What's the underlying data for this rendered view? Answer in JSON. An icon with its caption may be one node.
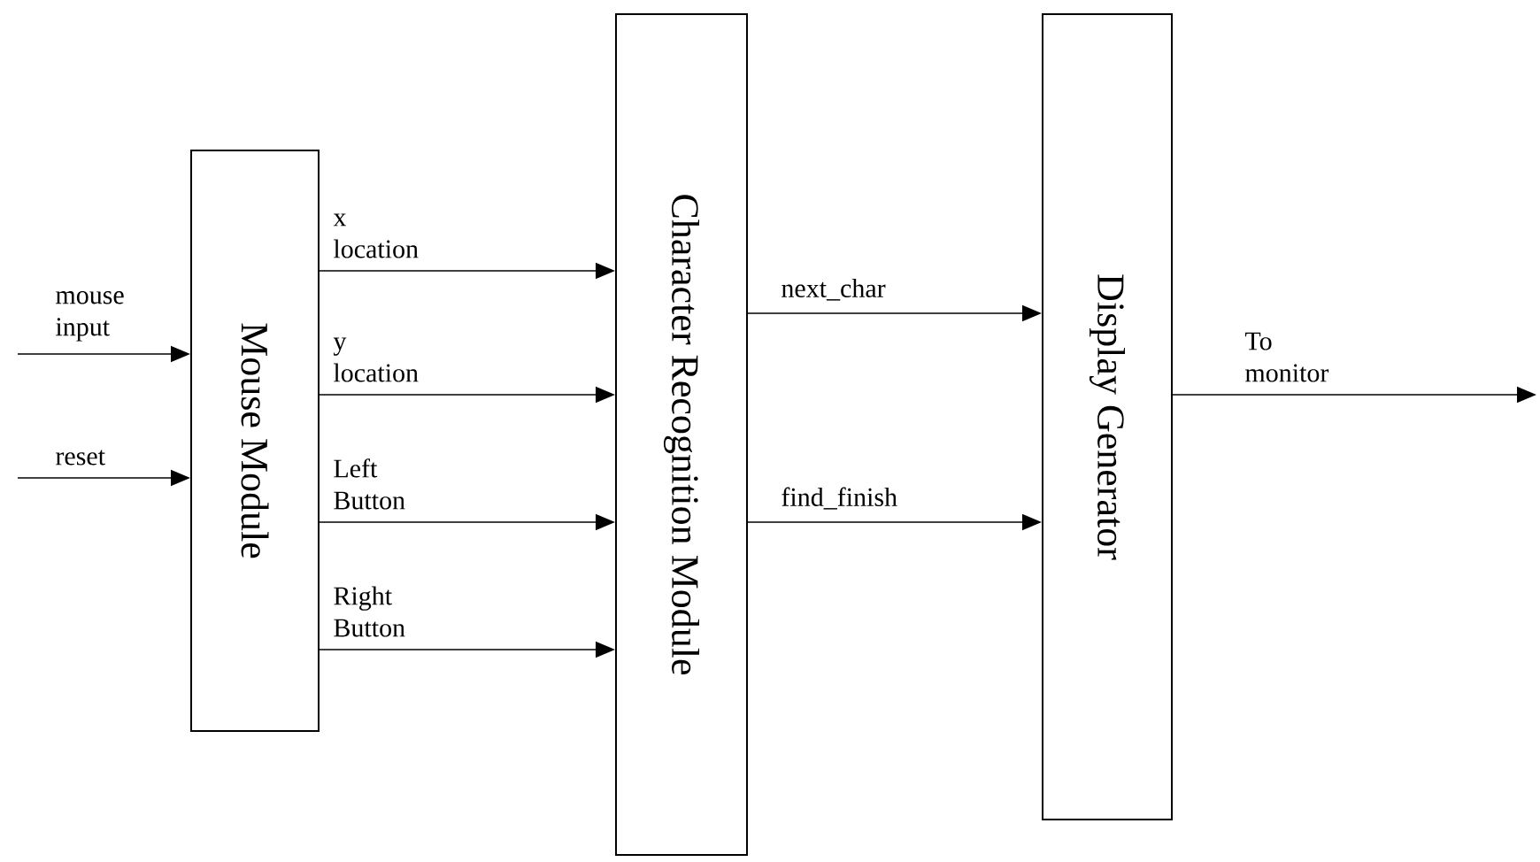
{
  "diagram": {
    "nodes": [
      {
        "text": [
          "Mouse Module"
        ]
      },
      {
        "text": [
          "Character Recognition Module"
        ]
      },
      {
        "text": [
          "Display Generator"
        ]
      }
    ],
    "edges": [
      {
        "from": null,
        "to": 0,
        "arrow": "to",
        "label": "mouse input"
      },
      {
        "from": null,
        "to": 0,
        "arrow": "to",
        "label": "reset"
      },
      {
        "from": 0,
        "to": 1,
        "arrow": "to",
        "label": "x location"
      },
      {
        "from": 0,
        "to": 1,
        "arrow": "to",
        "label": "y location"
      },
      {
        "from": 0,
        "to": 1,
        "arrow": "to",
        "label": "Left Button"
      },
      {
        "from": 0,
        "to": 1,
        "arrow": "to",
        "label": "Right Button"
      },
      {
        "from": 1,
        "to": 2,
        "arrow": "to",
        "label": "next_char"
      },
      {
        "from": 1,
        "to": 2,
        "arrow": "to",
        "label": "find_finish"
      },
      {
        "from": 2,
        "to": null,
        "arrow": "to",
        "label": "To monitor"
      }
    ]
  }
}
